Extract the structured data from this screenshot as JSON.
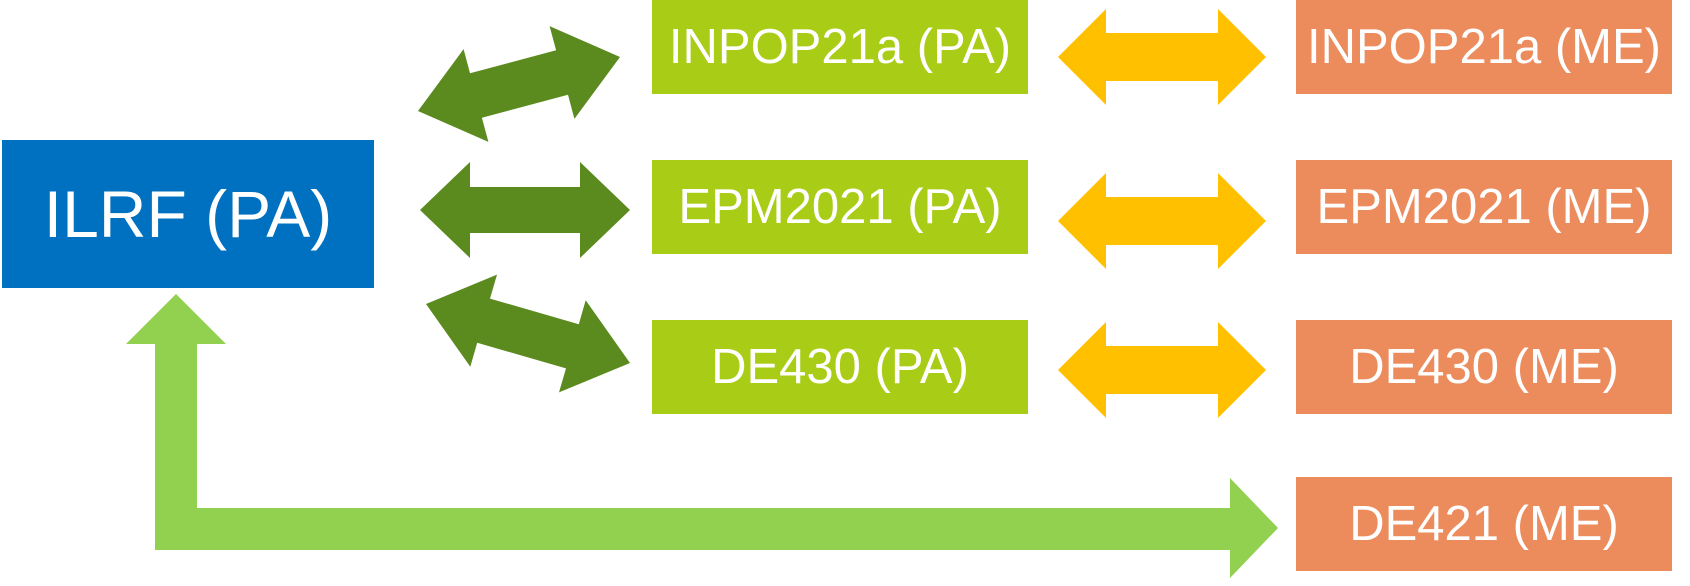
{
  "colors": {
    "ilrf": "#0070C0",
    "pa": "#A9CC16",
    "me": "#EC8B5C",
    "pa_link": "#5B8A1F",
    "me_link": "#FFC000",
    "de421_link": "#92D050"
  },
  "nodes": {
    "ilrf": "ILRF (PA)",
    "pa": [
      "INPOP21a (PA)",
      "EPM2021 (PA)",
      "DE430 (PA)"
    ],
    "me": [
      "INPOP21a (ME)",
      "EPM2021 (ME)",
      "DE430 (ME)",
      "DE421 (ME)"
    ]
  },
  "links": [
    {
      "from": "ILRF (PA)",
      "to": "INPOP21a (PA)",
      "style": "double-arrow"
    },
    {
      "from": "ILRF (PA)",
      "to": "EPM2021 (PA)",
      "style": "double-arrow"
    },
    {
      "from": "ILRF (PA)",
      "to": "DE430 (PA)",
      "style": "double-arrow"
    },
    {
      "from": "INPOP21a (PA)",
      "to": "INPOP21a (ME)",
      "style": "double-arrow"
    },
    {
      "from": "EPM2021 (PA)",
      "to": "EPM2021 (ME)",
      "style": "double-arrow"
    },
    {
      "from": "DE430 (PA)",
      "to": "DE430 (ME)",
      "style": "double-arrow"
    },
    {
      "from": "DE421 (ME)",
      "to": "ILRF (PA)",
      "style": "elbow-double-arrow"
    }
  ]
}
